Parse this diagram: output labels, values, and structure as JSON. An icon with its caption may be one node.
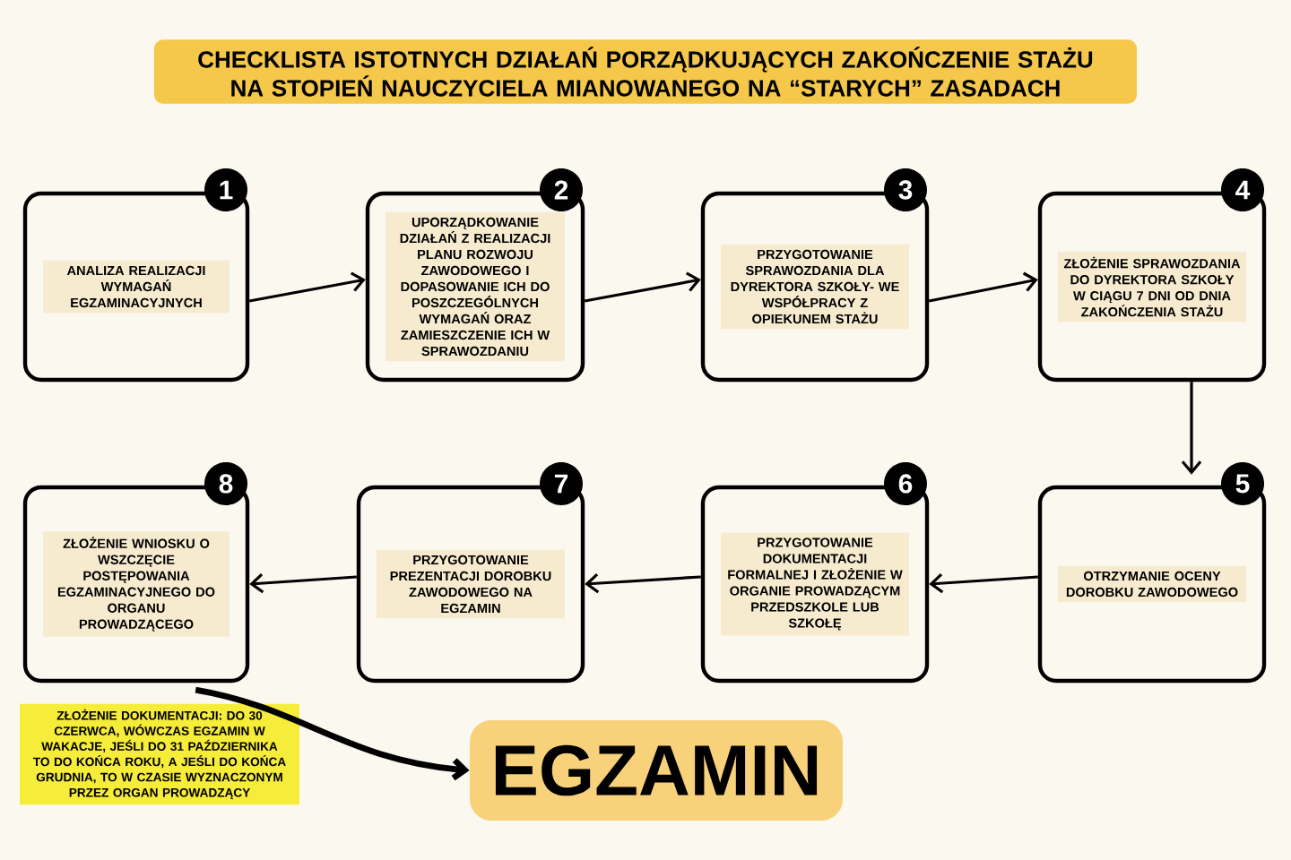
{
  "diagram": {
    "title": "CHECKLISTA ISTOTNYCH DZIAŁAŃ PORZĄDKUJĄCYCH ZAKOŃCZENIE STAŻU NA STOPIEŃ NAUCZYCIELA MIANOWANEGO NA “STARYCH” ZASADACH",
    "nodes": [
      {
        "text": [
          "1",
          "ANALIZA REALIZACJI WYMAGAŃ EGZAMINACYJNYCH"
        ]
      },
      {
        "text": [
          "2",
          "UPORZĄDKOWANIE DZIAŁAŃ Z REALIZACJI PLANU ROZWOJU ZAWODOWEGO I DOPASOWANIE ICH DO POSZCZEGÓLNYCH WYMAGAŃ ORAZ ZAMIESZCZENIE ICH W SPRAWOZDANIU"
        ]
      },
      {
        "text": [
          "3",
          "PRZYGOTOWANIE SPRAWOZDANIA DLA DYREKTORA SZKOŁY- WE WSPÓŁPRACY Z OPIEKUNEM STAŻU"
        ]
      },
      {
        "text": [
          "4",
          "ZŁOŻENIE SPRAWOZDANIA DO DYREKTORA SZKOŁY W CIĄGU 7 DNI OD DNIA ZAKOŃCZENIA STAŻU"
        ]
      },
      {
        "text": [
          "5",
          "OTRZYMANIE OCENY DOROBKU ZAWODOWEGO"
        ]
      },
      {
        "text": [
          "6",
          "PRZYGOTOWANIE DOKUMENTACJI FORMALNEJ I ZŁOŻENIE W ORGANIE PROWADZĄCYM PRZEDSZKOLE LUB SZKOŁĘ"
        ]
      },
      {
        "text": [
          "7",
          "PRZYGOTOWANIE PREZENTACJI DOROBKU ZAWODOWEGO NA EGZAMIN"
        ]
      },
      {
        "text": [
          "8",
          "ZŁOŻENIE WNIOSKU O WSZCZĘCIE POSTĘPOWANIA EGZAMINACYJNEGO DO ORGANU PROWADZĄCEGO"
        ]
      },
      {
        "text": [
          "EGZAMIN"
        ]
      }
    ],
    "edges": [
      {
        "from": 0,
        "to": 1,
        "arrow": "to"
      },
      {
        "from": 1,
        "to": 2,
        "arrow": "to"
      },
      {
        "from": 2,
        "to": 3,
        "arrow": "to"
      },
      {
        "from": 3,
        "to": 4,
        "arrow": "to"
      },
      {
        "from": 4,
        "to": 5,
        "arrow": "to"
      },
      {
        "from": 5,
        "to": 6,
        "arrow": "to"
      },
      {
        "from": 6,
        "to": 7,
        "arrow": "to"
      },
      {
        "from": 7,
        "to": 8,
        "arrow": "to",
        "style": "thick"
      }
    ],
    "labels": [
      "ZŁOŻENIE DOKUMENTACJI: DO 30 CZERWCA, WÓWCZAS EGZAMIN W WAKACJE, JEŚLI DO 31 PAŹDZIERNIKA TO DO KOŃCA ROKU, A JEŚLI DO KOŃCA GRUDNIA, TO W CZASIE WYZNACZONYM PRZEZ ORGAN PROWADZĄCY"
    ]
  }
}
